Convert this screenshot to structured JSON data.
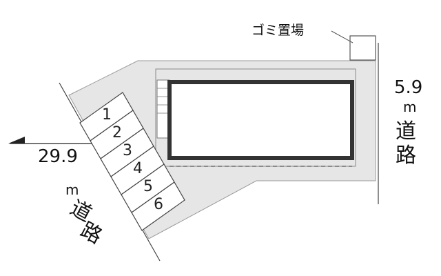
{
  "labels": {
    "garbage": "ゴミ置場"
  },
  "road_right": {
    "width": "5.9",
    "unit": "m",
    "name_top": "道",
    "name_bottom": "路"
  },
  "road_left": {
    "width": "29.9",
    "unit": "m",
    "name_top": "道",
    "name_bottom": "路"
  },
  "parking_slots": [
    "1",
    "2",
    "3",
    "4",
    "5",
    "6"
  ],
  "colors": {
    "lot_fill": "#e6e6e6",
    "building_fill": "#ffffff",
    "building_border": "#333333",
    "slot_fill": "#ffffff",
    "line": "#333333"
  },
  "icons": {
    "north_arrow": "north-arrow-icon"
  }
}
